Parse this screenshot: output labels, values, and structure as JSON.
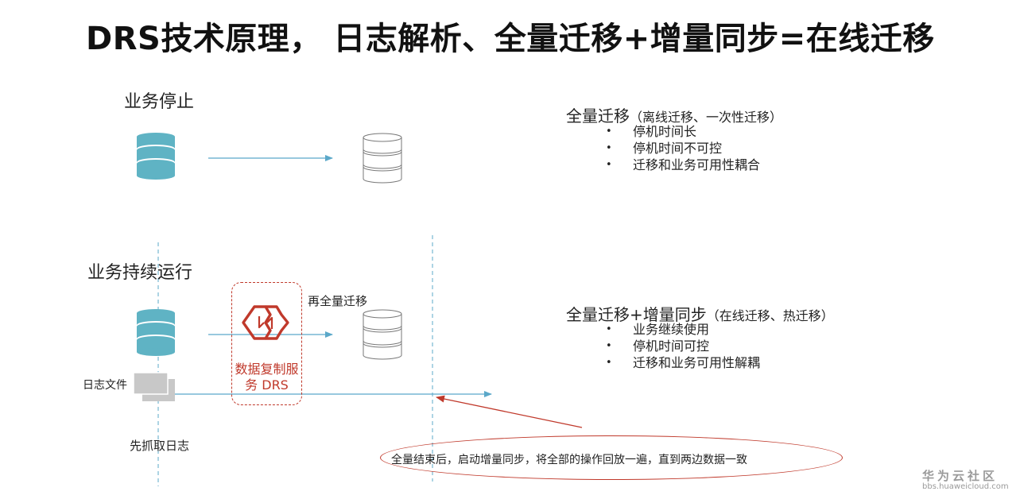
{
  "title": "DRS技术原理， 日志解析、全量迁移+增量同步=在线迁移",
  "top_section": {
    "label": "业务停止"
  },
  "bottom_section": {
    "label": "业务持续运行",
    "full_migration_label": "再全量迁移",
    "log_file_label": "日志文件",
    "capture_log_label": "先抓取日志",
    "drs_label": "数据复制服务 DRS"
  },
  "offline": {
    "heading": "全量迁移",
    "subheading": "（离线迁移、一次性迁移）",
    "bullets": [
      "停机时间长",
      "停机时间不可控",
      "迁移和业务可用性耦合"
    ]
  },
  "online": {
    "heading": "全量迁移+增量同步",
    "subheading": "（在线迁移、热迁移）",
    "bullets": [
      "业务继续使用",
      "停机时间可控",
      "迁移和业务可用性解耦"
    ]
  },
  "note": "全量结束后，启动增量同步，将全部的操作回放一遍，直到两边数据一致",
  "watermark": {
    "brand": "华为云社区",
    "url": "bbs.huaweicloud.com"
  },
  "colors": {
    "db_fill": "#5fb3c4",
    "arrow": "#5ba8c9",
    "accent_red": "#c0392b",
    "log_gray": "#c8c8c8"
  }
}
